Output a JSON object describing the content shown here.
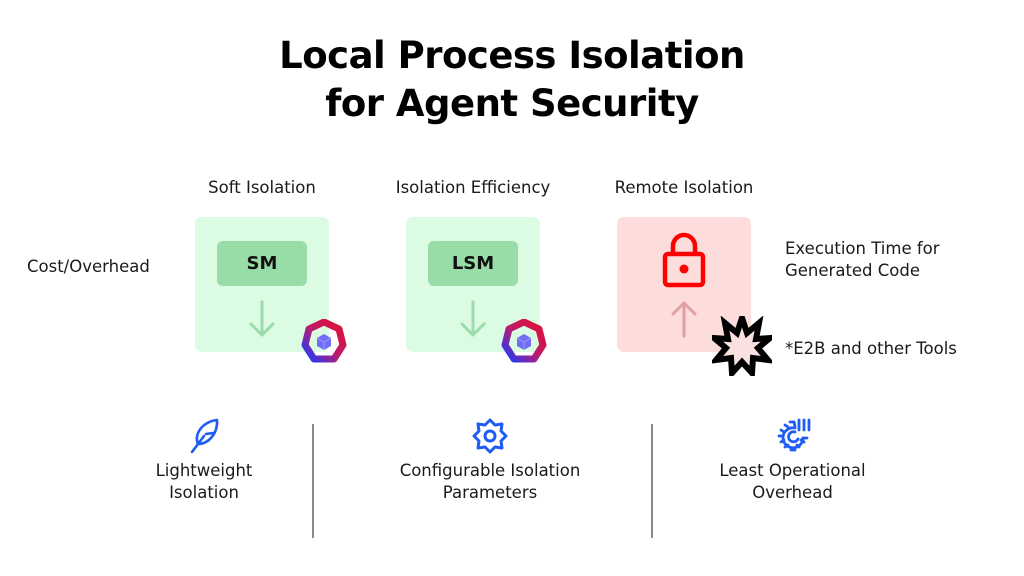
{
  "title": {
    "line1": "Local Process Isolation",
    "line2": "for Agent Security"
  },
  "columns": [
    {
      "label": "Soft Isolation",
      "module": "SM",
      "arrow": "down",
      "box_color": "#dcfbe3",
      "badge": "kubernetes-style-badge-icon"
    },
    {
      "label": "Isolation Efficiency",
      "module": "LSM",
      "arrow": "down",
      "box_color": "#dcfbe3",
      "badge": "kubernetes-style-badge-icon"
    },
    {
      "label": "Remote Isolation",
      "icon": "lock-icon",
      "arrow": "up",
      "box_color": "#fddcdc",
      "badge": "starburst-icon"
    }
  ],
  "left_axis_label": "Cost/Overhead",
  "right_labels": {
    "execution_line1": "Execution Time for",
    "execution_line2": "Generated Code",
    "tools_note": "*E2B and other Tools"
  },
  "features": [
    {
      "icon": "feather-icon",
      "line1": "Lightweight",
      "line2": "Isolation"
    },
    {
      "icon": "gear-icon",
      "line1": "Configurable Isolation",
      "line2": "Parameters"
    },
    {
      "icon": "gear-bars-icon",
      "line1": "Least Operational",
      "line2": "Overhead"
    }
  ],
  "colors": {
    "accent_blue": "#1f5cf5",
    "lock_red": "#ff0000",
    "green_module": "#98dca8",
    "green_arrow": "#9cdcaa",
    "red_arrow": "#e0a0a0"
  }
}
